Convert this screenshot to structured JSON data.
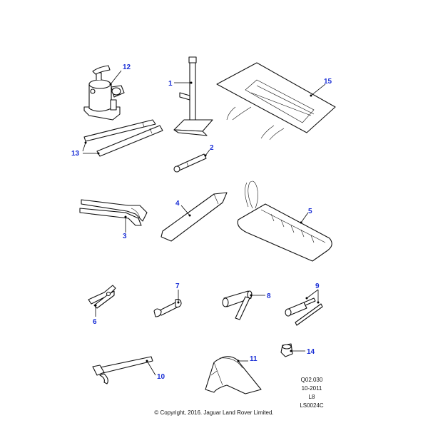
{
  "callouts": {
    "c1": "1",
    "c2": "2",
    "c3": "3",
    "c4": "4",
    "c5": "5",
    "c6": "6",
    "c7": "7",
    "c8": "8",
    "c9": "9",
    "c10": "10",
    "c11": "11",
    "c12": "12",
    "c13": "13",
    "c14": "14",
    "c15": "15"
  },
  "meta": {
    "ref_code": "Q02.030",
    "date": "10-2011",
    "model": "L8",
    "drawing_id": "LS0024C"
  },
  "copyright": "© Copyright, 2016. Jaguar Land Rover Limited.",
  "colors": {
    "callout": "#1a2fd6",
    "line": "#111111",
    "background": "#ffffff"
  }
}
